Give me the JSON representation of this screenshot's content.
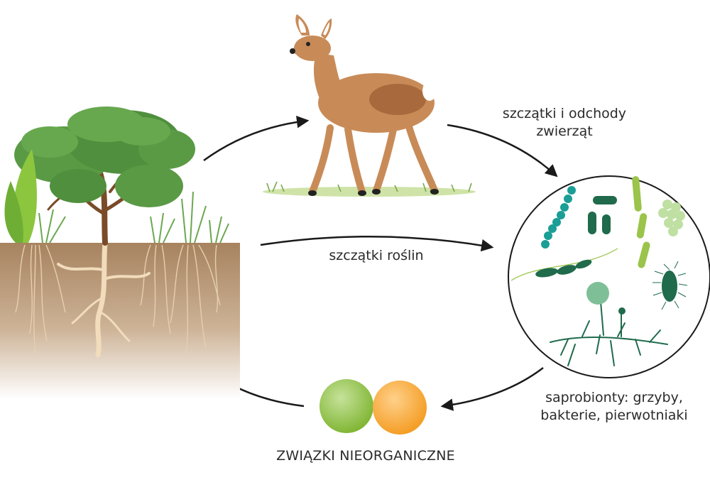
{
  "labels": {
    "animal_remains_line1": "szczątki i odchody",
    "animal_remains_line2": "zwierząt",
    "plant_remains": "szczątki roślin",
    "saprobionts_line1": "saprobionty: grzyby,",
    "saprobionts_line2": "bakterie, pierwotniaki",
    "inorganic_compounds": "ZWIĄZKI NIEORGANICZNE"
  },
  "colors": {
    "arrow": "#1a1a1a",
    "soil_top": "#a7835f",
    "foliage": "#5a9a45",
    "foliage_dark": "#3f7a35",
    "deer": "#c88b58",
    "deer_dark": "#8a5530",
    "microbe_teal": "#1a9e96",
    "microbe_dark": "#1f6b4c",
    "microbe_lime": "#9ac44a",
    "microbe_pale": "#bfe0a2",
    "ball_green": "#8cc63f",
    "ball_orange": "#f7a935"
  },
  "icons": [
    "plant-soil-illustration",
    "deer-illustration",
    "microorganisms-circle",
    "inorganic-compounds-balls"
  ]
}
